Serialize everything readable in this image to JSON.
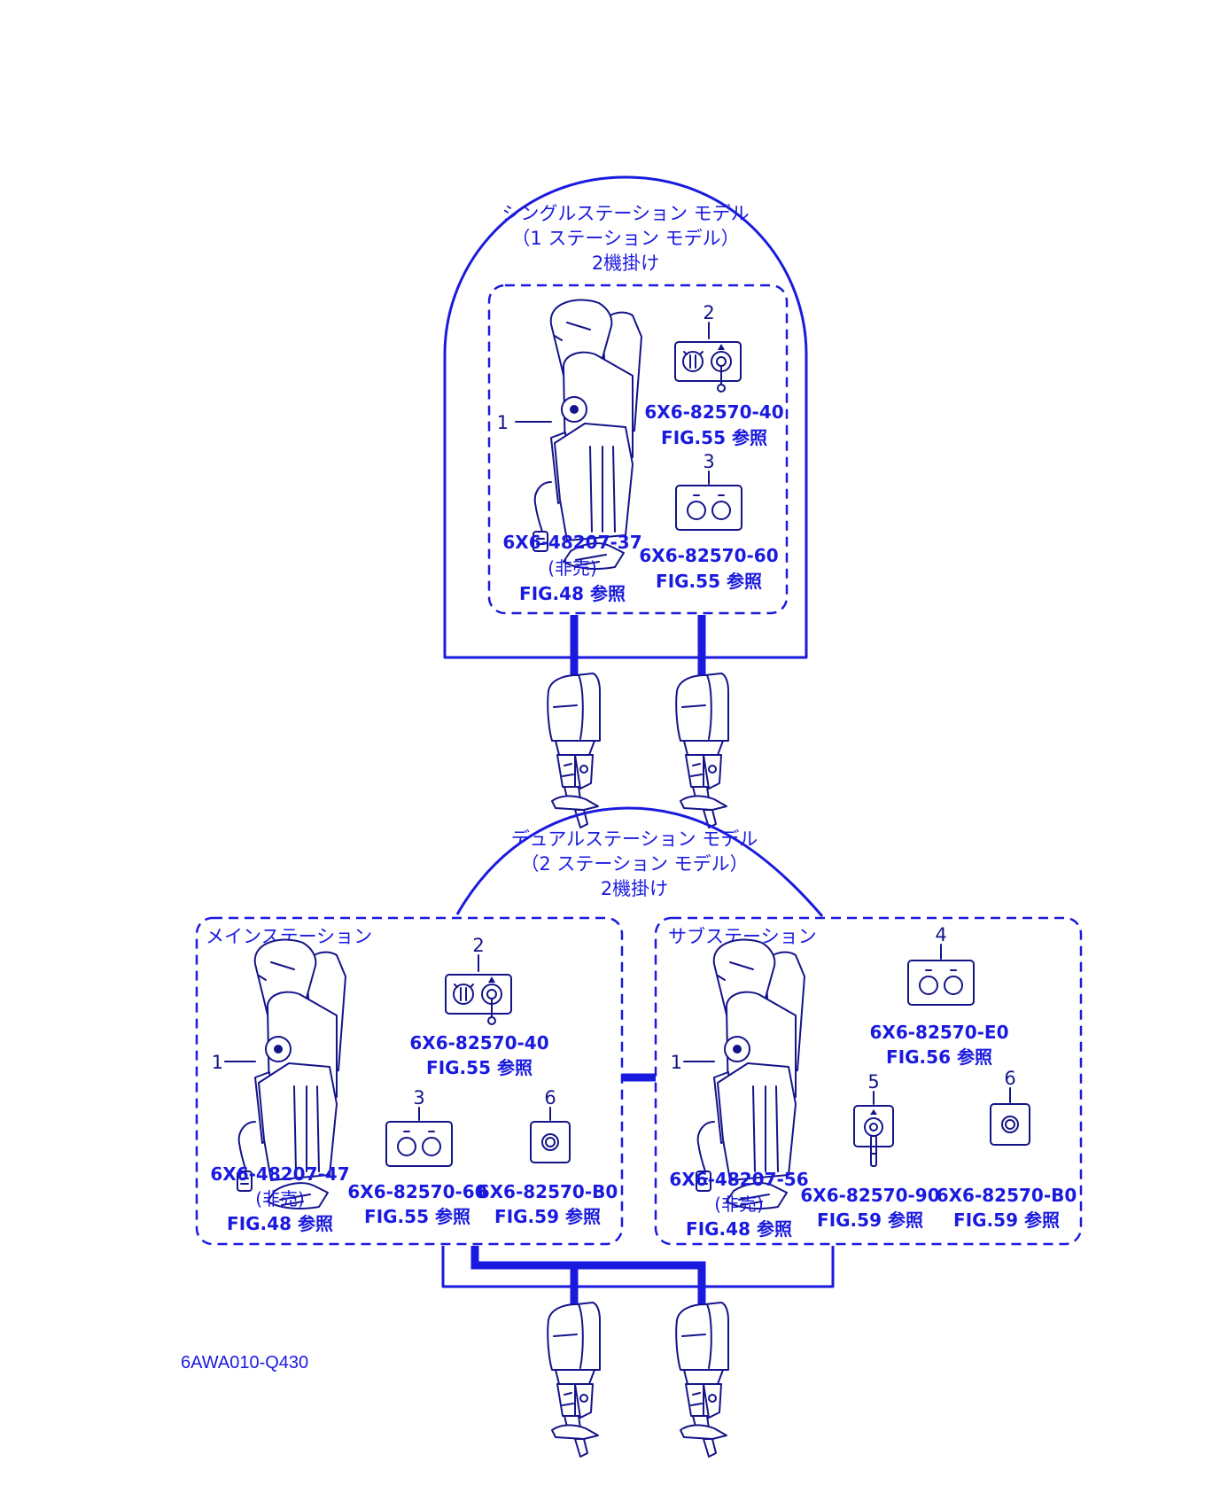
{
  "single": {
    "title1": "シングルステーション モデル",
    "title2": "（1 ステーション モデル）",
    "title3": "2機掛け",
    "remote_control": {
      "number": "1",
      "part_no": "6X6-48207-37",
      "note": "(非売)",
      "ref": "FIG.48 参照"
    },
    "main_switch_panel": {
      "number": "2",
      "part_no": "6X6-82570-40",
      "ref": "FIG.55 参照"
    },
    "stop_switch_panel": {
      "number": "3",
      "part_no": "6X6-82570-60",
      "ref": "FIG.55 参照"
    }
  },
  "dual": {
    "title1": "デュアルステーション モデル",
    "title2": "（2 ステーション モデル）",
    "title3": "2機掛け",
    "main_station": {
      "label": "メインステーション",
      "remote_control": {
        "number": "1",
        "part_no": "6X6-48207-47",
        "note": "(非売)",
        "ref": "FIG.48 参照"
      },
      "main_switch_panel": {
        "number": "2",
        "part_no": "6X6-82570-40",
        "ref": "FIG.55 参照"
      },
      "stop_switch_panel": {
        "number": "3",
        "part_no": "6X6-82570-60",
        "ref": "FIG.55 参照"
      },
      "single_switch": {
        "number": "6",
        "part_no": "6X6-82570-B0",
        "ref": "FIG.59 参照"
      }
    },
    "sub_station": {
      "label": "サブステーション",
      "remote_control": {
        "number": "1",
        "part_no": "6X6-48207-56",
        "note": "(非売)",
        "ref": "FIG.48 参照"
      },
      "dual_switch_panel": {
        "number": "4",
        "part_no": "6X6-82570-E0",
        "ref": "FIG.56 参照"
      },
      "key_switch": {
        "number": "5",
        "part_no": "6X6-82570-90",
        "ref": "FIG.59 参照"
      },
      "single_switch": {
        "number": "6",
        "part_no": "6X6-82570-B0",
        "ref": "FIG.59 参照"
      }
    }
  },
  "figure_code": "6AWA010-Q430",
  "colors": {
    "line": "#1a1adf",
    "drawing": "#14148a",
    "background": "#ffffff"
  }
}
